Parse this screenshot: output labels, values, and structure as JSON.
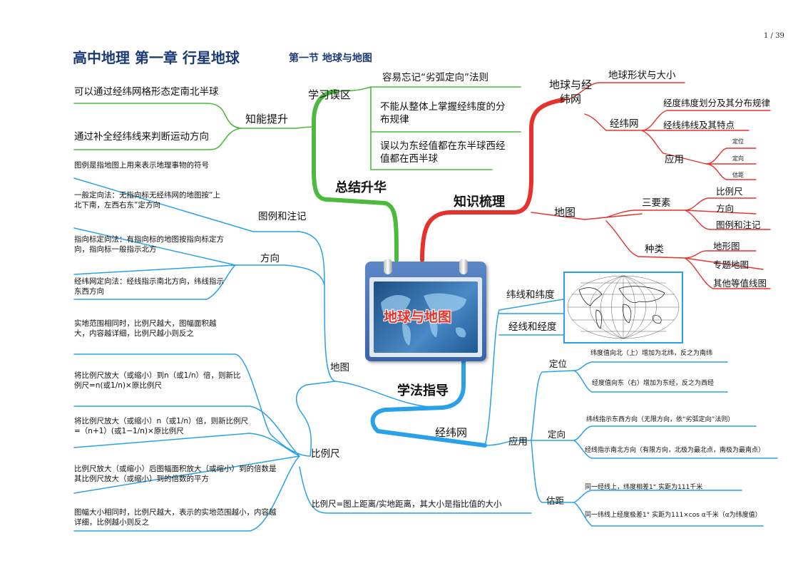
{
  "page": {
    "number": "1 / 39"
  },
  "title": {
    "main": "高中地理   第一章   行星地球",
    "sub": "第一节    地球与地图"
  },
  "center": {
    "label": "地球与地图"
  },
  "branches": {
    "summary": {
      "label": "总结升华",
      "mistakes": {
        "label": "学习误区",
        "items": [
          "容易忘记“劣弧定向”法则",
          "不能从整体上掌握经纬度的分布规律",
          "误以为东经值都在东半球西经值都在西半球"
        ]
      },
      "skills": {
        "label": "知能提升",
        "items": [
          "可以通过经纬网格形态定南北半球",
          "通过补全经纬线来判断运动方向"
        ]
      }
    },
    "knowledge": {
      "label": "知识梳理",
      "earth_grid": {
        "label": "地球与经纬网",
        "shape": "地球形状与大小",
        "grid": {
          "label": "经纬网",
          "items": [
            "经度纬度划分及其分布规律",
            "经线纬线及其特点"
          ],
          "application": {
            "label": "应用",
            "items": [
              "定位",
              "定向",
              "估距"
            ]
          }
        }
      },
      "map": {
        "label": "地图",
        "elements": {
          "label": "三要素",
          "items": [
            "比例尺",
            "方向",
            "图例和注记"
          ]
        },
        "types": {
          "label": "种类",
          "items": [
            "地形图",
            "专题地图",
            "其他等值线图"
          ]
        }
      }
    },
    "method": {
      "label": "学法指导",
      "map": {
        "label": "地图",
        "legend": {
          "label": "图例和注记",
          "desc": "图例是指地图上用来表示地理事物的符号"
        },
        "direction": {
          "label": "方向",
          "items": [
            "一般定向法：无指向标无经纬网的地图按“上北下南，左西右东”定方向",
            "指向标定向法：有指向标的地图按指向标定方向，指向标一般指示北方",
            "经纬网定向法：经线指示南北方向，纬线指示东西方向"
          ]
        },
        "scale": {
          "label": "比例尺",
          "items": [
            "实地范围相同时，比例尺越大，图幅面积越大，内容越详细，比例尺越小则反之",
            "将比例尺放大（或缩小）到n（或1/n）倍，则新比例尺=n(或1/n)×原比例尺",
            "将比例尺放大（或缩小）n（或1/n）倍，则新比例尺=（n+1）(或1−1/n)×原比例尺",
            "比例尺放大（或缩小）后图幅面积放大（或缩小）到的倍数是其比例尺放大（或缩小）到的倍数的平方",
            "图幅大小相同时，比例尺越大，表示的实地范围越小，内容越详细，比例越小则反之"
          ],
          "definition": "比例尺=图上距离/实地距离，其大小是指比值的大小"
        }
      },
      "grid": {
        "label": "经纬网",
        "lat_long": "纬线和纬度",
        "meridian": "经线和经度",
        "application": {
          "label": "应用",
          "locate": {
            "label": "定位",
            "items": [
              "纬度值向北（上）增加为北纬，反之为南纬",
              "经度值向东（右）增加为东经，反之为西经"
            ]
          },
          "orient": {
            "label": "定向",
            "items": [
              "纬线指示东西方向（无限方向，依“劣弧定向”法则）",
              "经线指示南北方向（有限方向，北极为最北点，南极为最南点）"
            ]
          },
          "distance": {
            "label": "估距",
            "items": [
              "同一经线上，纬度相差1° 实距为111千米",
              "同一纬线上经度极差1° 实距为111×cos α千米（α为纬度值）"
            ]
          }
        }
      }
    }
  },
  "colors": {
    "green": "#4cbb3d",
    "red": "#e5322d",
    "blue": "#2aa1e6",
    "title": "#1b3a78"
  }
}
